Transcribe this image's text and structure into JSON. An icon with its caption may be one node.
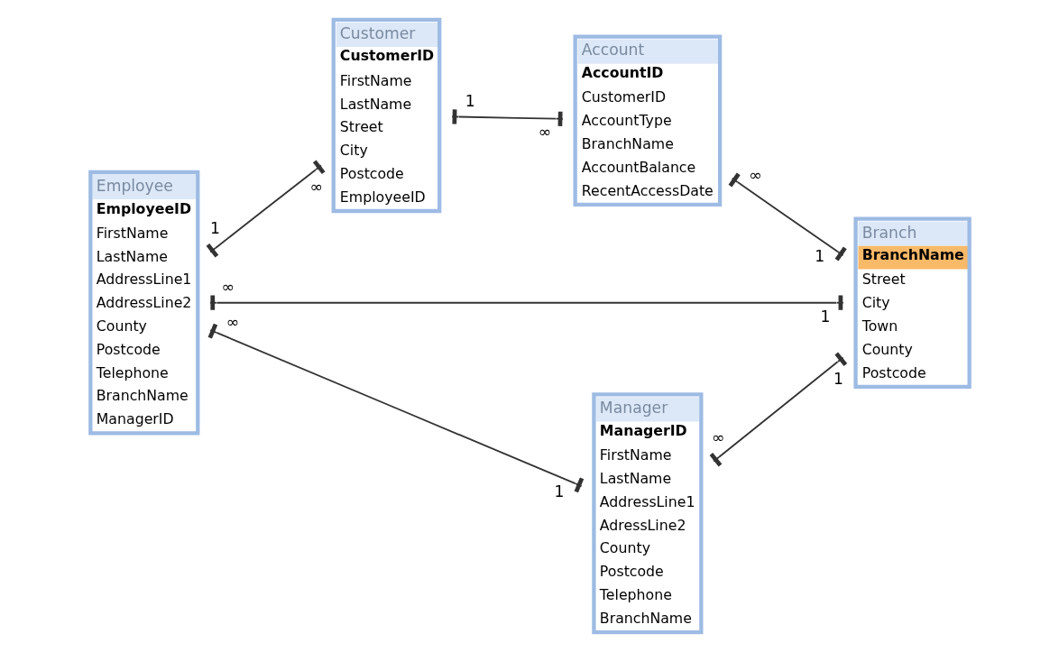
{
  "diagram": {
    "nodes": [
      {
        "text": [
          "Customer",
          "CustomerID",
          "FirstName",
          "LastName",
          "Street",
          "City",
          "Postcode",
          "EmployeeID"
        ]
      },
      {
        "text": [
          "Account",
          "AccountID",
          "CustomerID",
          "AccountType",
          "BranchName",
          "AccountBalance",
          "RecentAccessDate"
        ]
      },
      {
        "text": [
          "Employee",
          "EmployeeID",
          "FirstName",
          "LastName",
          "AddressLine1",
          "AddressLine2",
          "County",
          "Postcode",
          "Telephone",
          "BranchName",
          "ManagerID"
        ]
      },
      {
        "text": [
          "Branch",
          "BranchName",
          "Street",
          "City",
          "Town",
          "County",
          "Postcode"
        ]
      },
      {
        "text": [
          "Manager",
          "ManagerID",
          "FirstName",
          "LastName",
          "AddressLine1",
          "AdressLine2",
          "County",
          "Postcode",
          "Telephone",
          "BranchName"
        ]
      }
    ],
    "edges": [
      {
        "from": 2,
        "to": 0,
        "arrow": "other"
      },
      {
        "from": 0,
        "to": 1,
        "arrow": "other"
      },
      {
        "from": 2,
        "to": 3,
        "arrow": "other"
      },
      {
        "from": 2,
        "to": 4,
        "arrow": "other"
      },
      {
        "from": 4,
        "to": 3,
        "arrow": "other"
      },
      {
        "from": 1,
        "to": 3,
        "arrow": "other"
      }
    ],
    "labels": [
      "1",
      "∞",
      "1",
      "∞",
      "∞",
      "1",
      "∞",
      "1",
      "∞",
      "1",
      "∞",
      "1"
    ]
  }
}
